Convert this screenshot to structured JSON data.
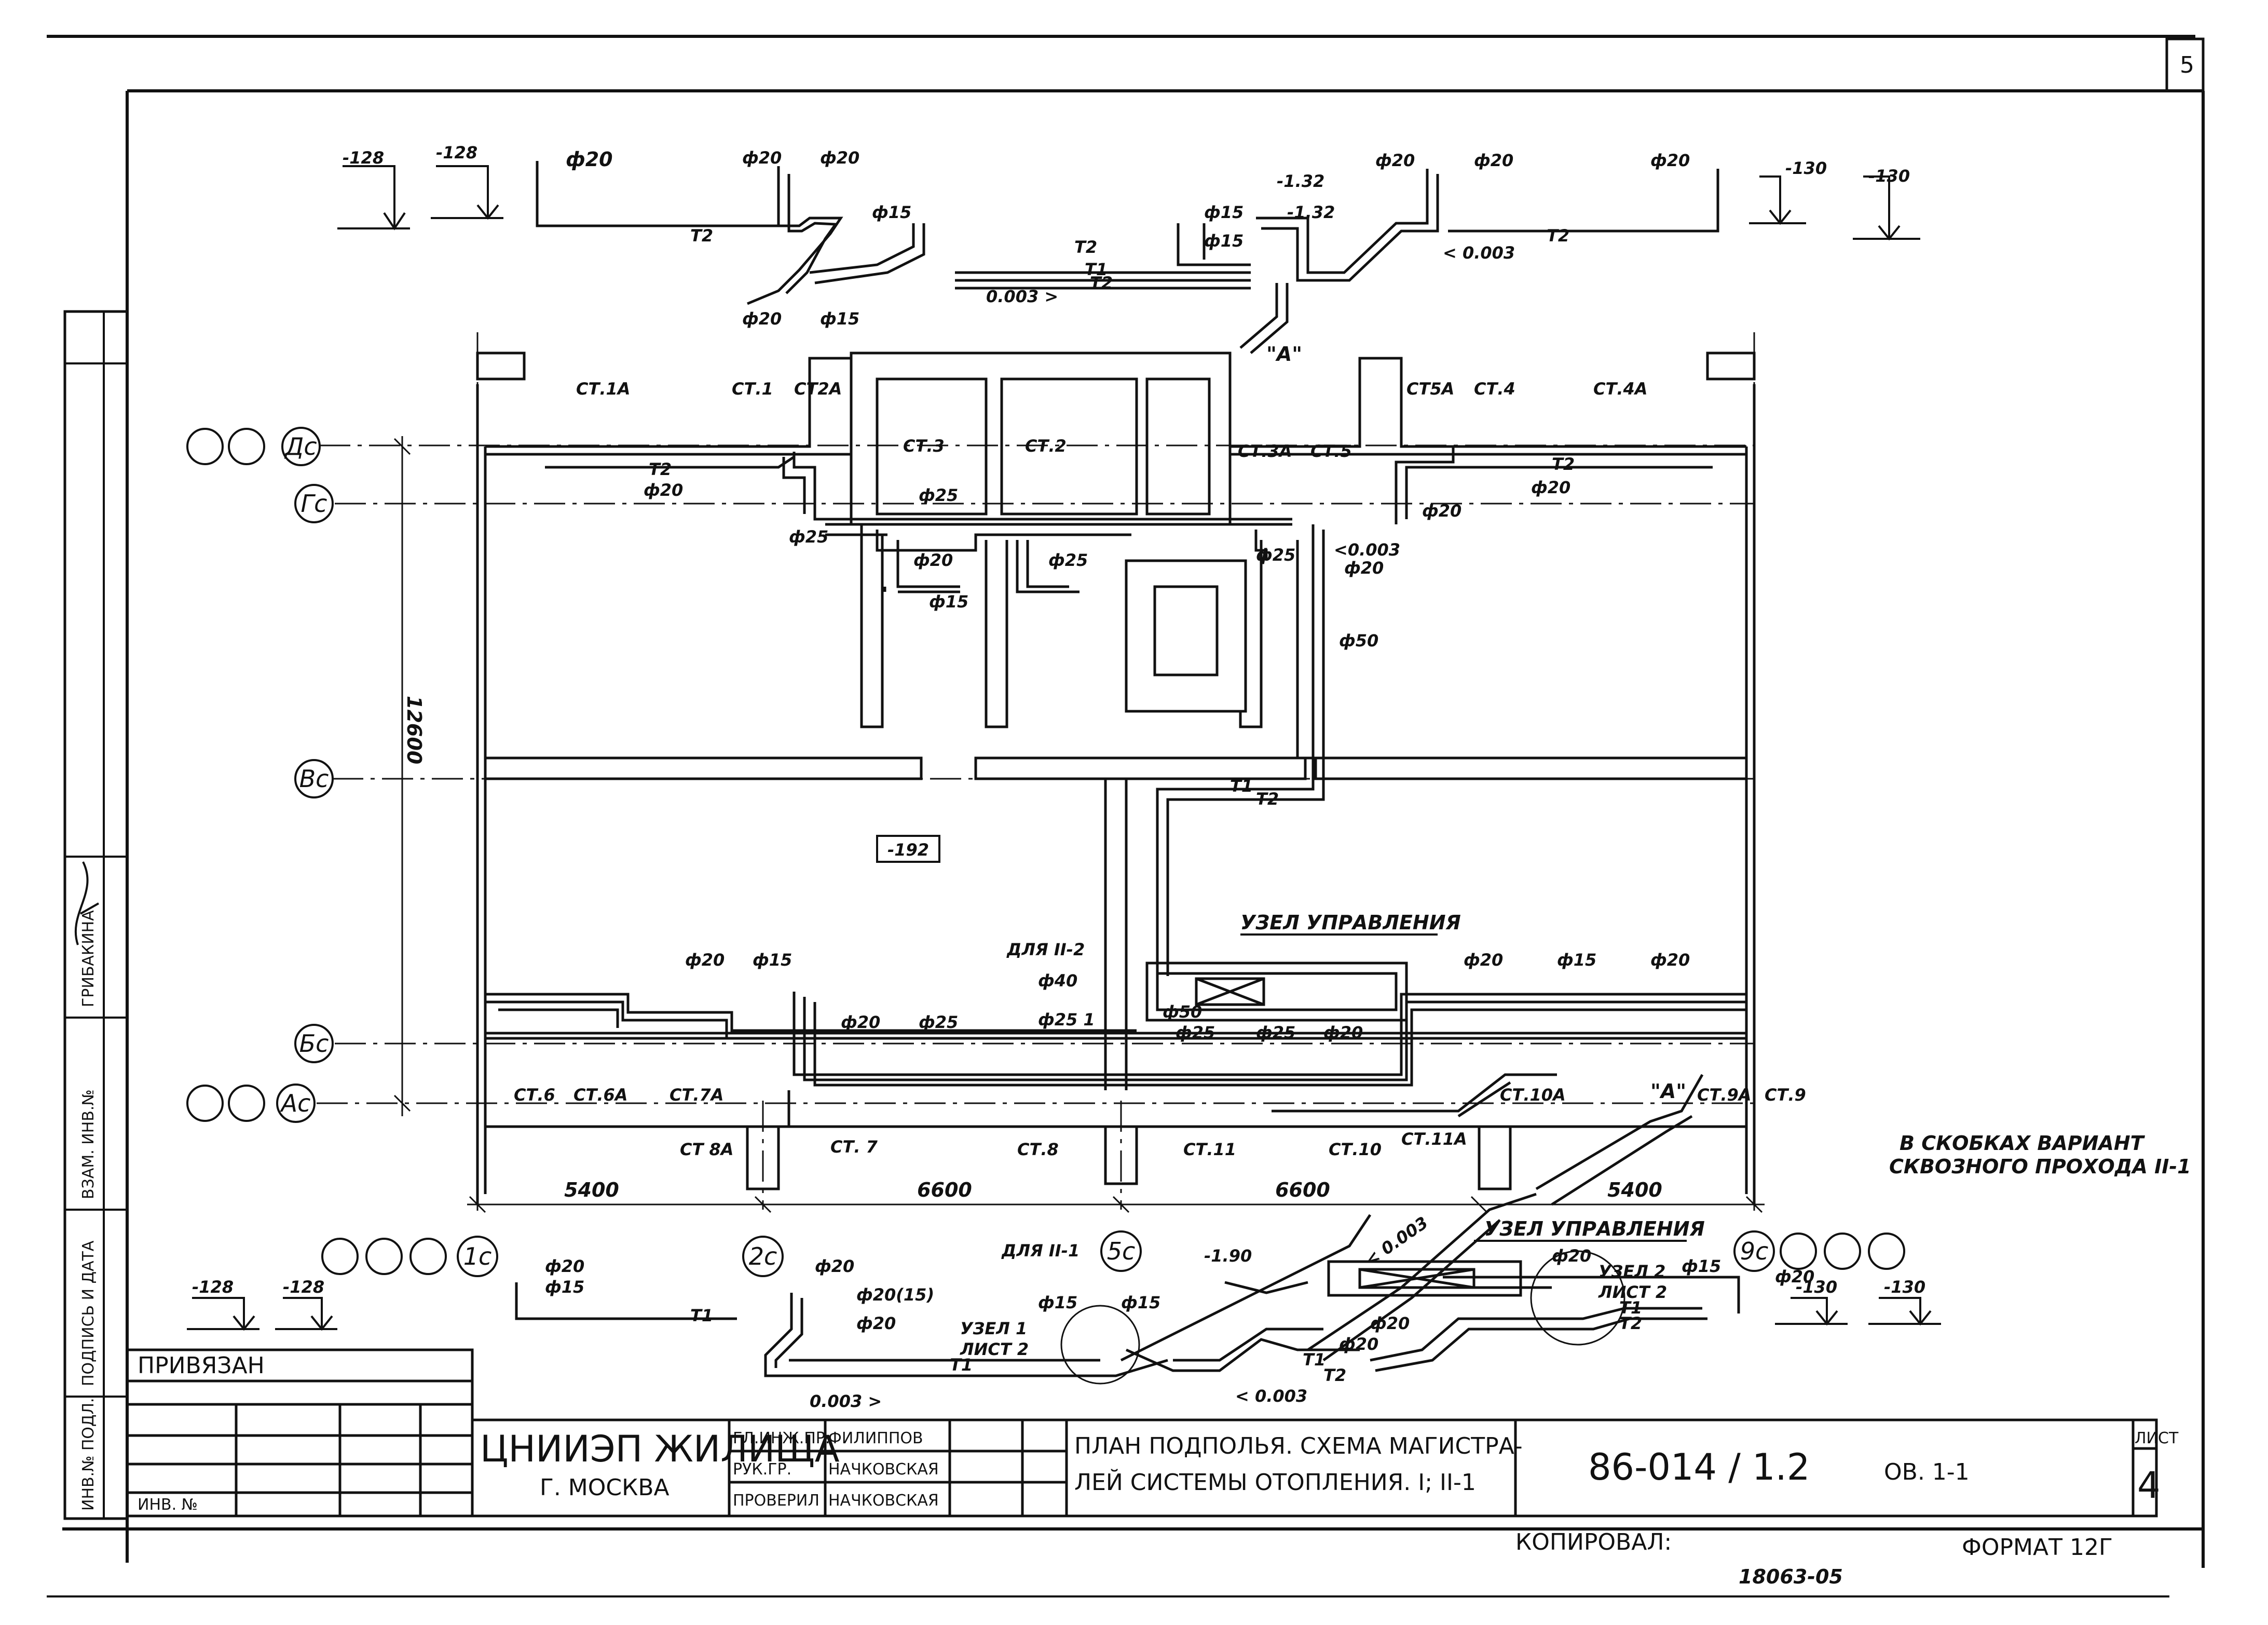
{
  "sheet_number": "5",
  "axes_rows": [
    "Дс",
    "Гс",
    "Вс",
    "Бс",
    "Ас"
  ],
  "axes_cols": [
    "1с",
    "2с",
    "5с",
    "9с"
  ],
  "dimensions": {
    "span_1": "5400",
    "span_2": "6600",
    "span_3": "6600",
    "span_4": "5400",
    "height": "12600"
  },
  "levels": {
    "tl1": "-128",
    "tl2": "-128",
    "tr1": "-130",
    "tr2": "-130",
    "bl1": "-128",
    "bl2": "-128",
    "br1": "-130",
    "br2": "-130",
    "center": "-192",
    "c1": "-1.32",
    "c2": "-1.32",
    "b1": "-1.90"
  },
  "slopes": {
    "s1": "0.003 >",
    "s2": "< 0.003",
    "s3": "<0.003",
    "s4": "0.003 >",
    "s5": "< 0.003",
    "s6": "< 0.003"
  },
  "pipes": {
    "d20": "ф20",
    "d15": "ф15",
    "d25": "ф25",
    "d50": "ф50",
    "d40": "ф40",
    "d20_15": "ф20(15)",
    "d25_1": "ф25 1",
    "d50_s": "ф50"
  },
  "risers": {
    "st1a": "СТ.1А",
    "st1": "СТ.1",
    "st2a": "СТ2А",
    "st3": "СТ.3",
    "st2": "СТ.2",
    "st3a": "СТ.3А",
    "st5": "СТ.5",
    "st5a": "СТ5А",
    "st4": "СТ.4",
    "st4a": "СТ.4А",
    "st6": "СТ.6",
    "st6a": "СТ.6А",
    "st7a": "СТ.7А",
    "st8a": "СТ 8А",
    "st7": "СТ. 7",
    "st8": "СТ.8",
    "st11": "СТ.11",
    "st10": "СТ.10",
    "st11a": "СТ.11А",
    "st10a": "СТ.10А",
    "st9a": "СТ.9А",
    "st9": "СТ.9"
  },
  "line_codes": {
    "t1": "Т1",
    "t2": "Т2",
    "a_mark": "\"А\""
  },
  "notes": {
    "control_unit": "УЗЕЛ УПРАВЛЕНИЯ",
    "for_ii2": "ДЛЯ II-2",
    "for_ii1": "ДЛЯ II-1",
    "unit1": "УЗЕЛ 1",
    "unit2": "УЗЕЛ 2",
    "sheet2": "ЛИСТ 2",
    "brackets_line1": "В СКОБКАХ ВАРИАНТ",
    "brackets_line2": "СКВОЗНОГО ПРОХОДА II-1"
  },
  "left_strip": {
    "inv_podl": "ИНВ.№ ПОДЛ.",
    "podpis": "ПОДПИСЬ И ДАТА",
    "vzam": "ВЗАМ. ИНВ.№",
    "name": "ГРИБАКИНА"
  },
  "privyazan": {
    "title": "ПРИВЯЗАН",
    "inv": "ИНВ. №"
  },
  "title_block": {
    "org1": "ЦНИИЭП ЖИЛИЩА",
    "org2": "Г. МОСКВА",
    "roles": [
      "ГЛ.ИНЖ.ПР.",
      "РУК.ГР.",
      "ПРОВЕРИЛ"
    ],
    "names": [
      "ФИЛИППОВ",
      "НАЧКОВСКАЯ",
      "НАЧКОВСКАЯ"
    ],
    "title1": "ПЛАН ПОДПОЛЬЯ. СХЕМА МАГИСТРА-",
    "title2": "ЛЕЙ СИСТЕМЫ ОТОПЛЕНИЯ. I; II-1",
    "code": "86-014 / 1.2",
    "section": "ОВ. 1-1",
    "list_label": "ЛИСТ",
    "list_num": "4"
  },
  "footer": {
    "copied": "КОПИРОВАЛ:",
    "format": "ФОРМАТ 12Г",
    "number": "18063-05"
  }
}
